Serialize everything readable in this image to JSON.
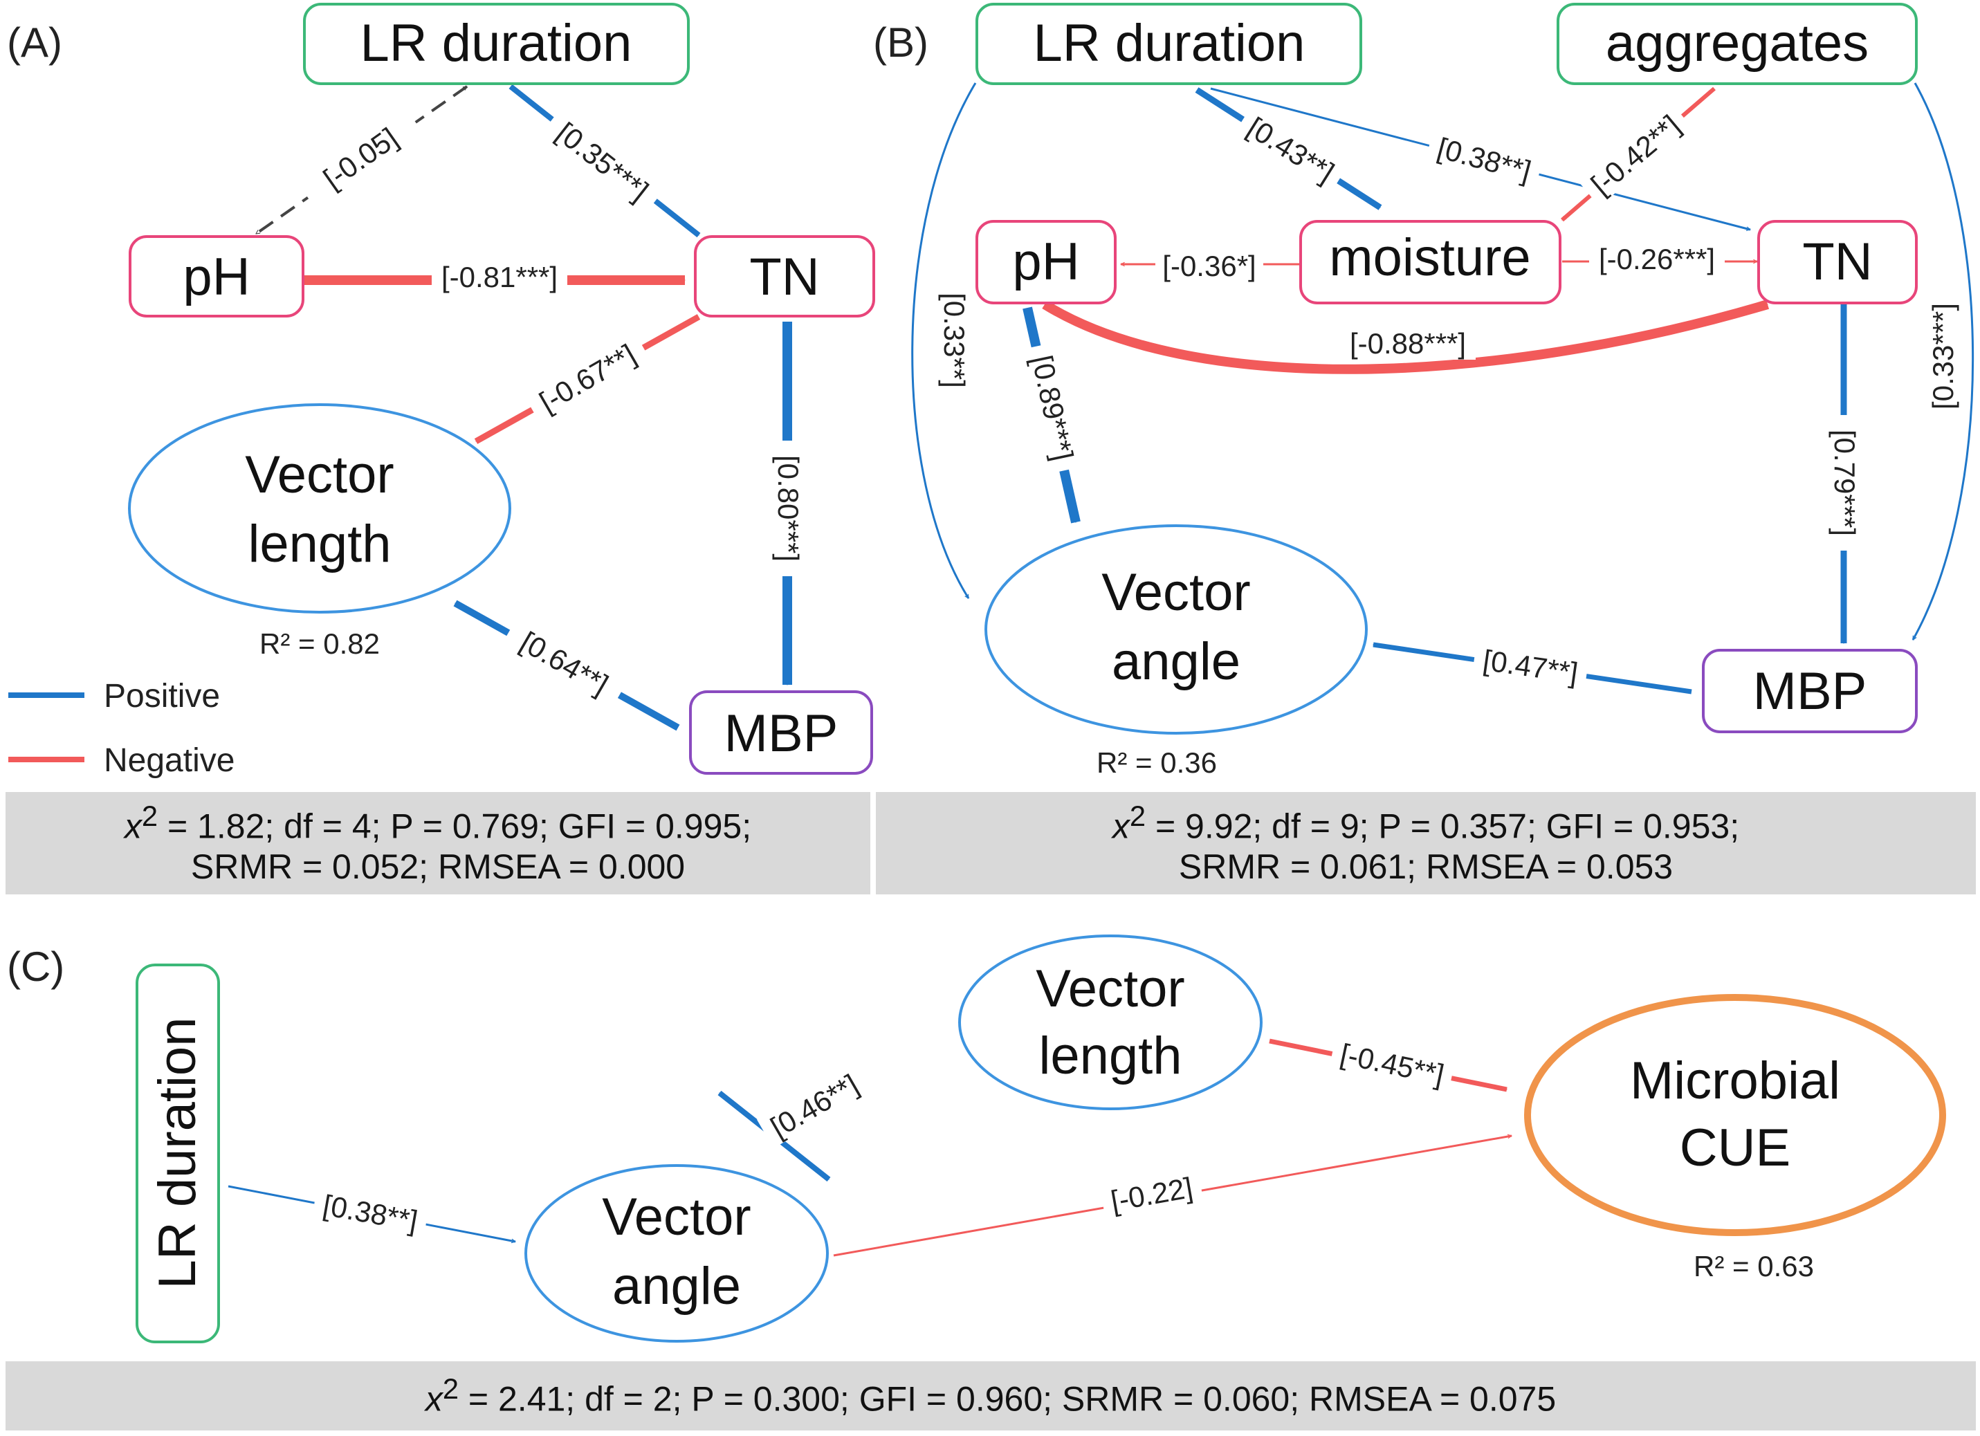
{
  "panels": {
    "a": "(A)",
    "b": "(B)",
    "c": "(C)"
  },
  "nodes": {
    "lr_duration": "LR duration",
    "aggregates": "aggregates",
    "ph": "pH",
    "tn": "TN",
    "mbp": "MBP",
    "moisture": "moisture",
    "vector": "Vector",
    "length": "length",
    "angle": "angle",
    "microbial": "Microbial",
    "cue": "CUE"
  },
  "edges": {
    "a_lr_ph": "[-0.05]",
    "a_lr_tn": "[0.35***]",
    "a_ph_tn": "[-0.81***]",
    "a_tn_vl": "[-0.67**]",
    "a_tn_mbp": "[0.80***]",
    "a_mbp_vl": "[0.64**]",
    "b_lr_moist": "[0.43**]",
    "b_lr_tn": "[0.38**]",
    "b_agg_moist": "[-0.42**]",
    "b_moist_ph": "[-0.36*]",
    "b_moist_tn": "[-0.26***]",
    "b_ph_tn": "[-0.88***]",
    "b_ph_va": "[0.89***]",
    "b_lr_va": "[0.33**]",
    "b_agg_mbp": "[0.33***]",
    "b_tn_mbp": "[0.79***]",
    "b_mbp_va": "[0.47**]",
    "c_vl_va": "[0.46**]",
    "c_vl_cue": "[-0.45**]",
    "c_lr_va": "[0.38**]",
    "c_va_cue": "[-0.22]"
  },
  "r2": {
    "a": "R² = 0.82",
    "b": "R² = 0.36",
    "c": "R² = 0.63"
  },
  "legend": {
    "positive": "Positive",
    "negative": "Negative"
  },
  "colors": {
    "positive": "#1f77c9",
    "negative": "#f25a5a",
    "observed_box": "#e8457a",
    "lr_box": "#3cb878",
    "mbp_box": "#8a4bbf",
    "ellipse": "#3d94e0",
    "cue": "#f0944a"
  },
  "fit": {
    "a": {
      "line1": "= 1.82; df = 4; P = 0.769; GFI = 0.995;",
      "line2": "SRMR = 0.052; RMSEA = 0.000"
    },
    "b": {
      "line1": "= 9.92; df = 9; P = 0.357; GFI = 0.953;",
      "line2": "SRMR = 0.061; RMSEA = 0.053"
    },
    "c": {
      "line1": "= 2.41; df = 2; P = 0.300; GFI = 0.960; SRMR = 0.060; RMSEA = 0.075"
    }
  }
}
